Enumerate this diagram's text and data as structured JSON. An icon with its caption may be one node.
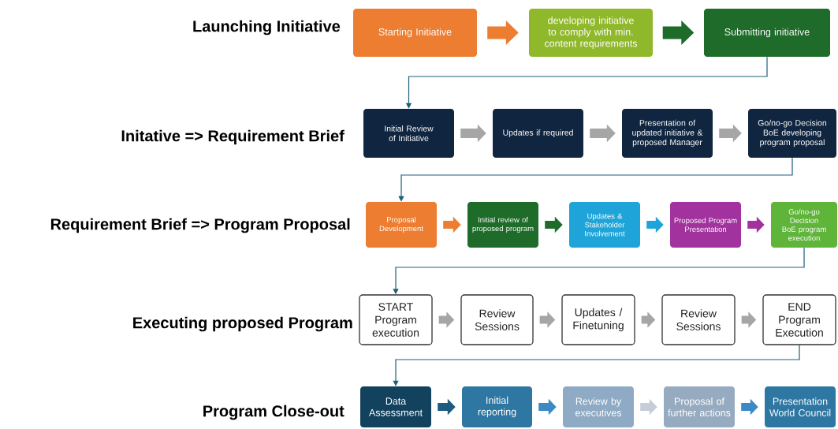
{
  "diagram": {
    "nodes": [
      {
        "text": [
          "Starting Initiative"
        ]
      },
      {
        "text": [
          "developing initiative to comply with min. content requirements"
        ]
      },
      {
        "text": [
          "Submitting initiative"
        ]
      },
      {
        "text": [
          "Initial Review of Initiative"
        ]
      },
      {
        "text": [
          "Updates if required"
        ]
      },
      {
        "text": [
          "Presentation of updated initiative & proposed Manager"
        ]
      },
      {
        "text": [
          "Go/no-go Decision BoE developing program proposal"
        ]
      },
      {
        "text": [
          "Proposal Development"
        ]
      },
      {
        "text": [
          "Initial review of proposed program"
        ]
      },
      {
        "text": [
          "Updates & Stakeholder Involvement"
        ]
      },
      {
        "text": [
          "Proposed Program Presentation"
        ]
      },
      {
        "text": [
          "Go/no-go Decision BoE program execution"
        ]
      },
      {
        "text": [
          "START Program execution"
        ]
      },
      {
        "text": [
          "Review Sessions"
        ]
      },
      {
        "text": [
          "Updates / Finetuning"
        ]
      },
      {
        "text": [
          "Review Sessions"
        ]
      },
      {
        "text": [
          "END Program Execution"
        ]
      },
      {
        "text": [
          "Data Assessment"
        ]
      },
      {
        "text": [
          "Initial reporting"
        ]
      },
      {
        "text": [
          "Review by executives"
        ]
      },
      {
        "text": [
          "Proposal of further actions"
        ]
      },
      {
        "text": [
          "Presentation World Council"
        ]
      }
    ],
    "edges": [
      {
        "from": 0,
        "to": 1,
        "arrow": "to",
        "color": "#ed7d31"
      },
      {
        "from": 1,
        "to": 2,
        "arrow": "to",
        "color": "#1e6b2a"
      },
      {
        "from": 2,
        "to": 3,
        "arrow": "to",
        "color": "#1f5f7a"
      },
      {
        "from": 3,
        "to": 4,
        "arrow": "to",
        "color": "#a6a6a6"
      },
      {
        "from": 4,
        "to": 5,
        "arrow": "to",
        "color": "#a6a6a6"
      },
      {
        "from": 5,
        "to": 6,
        "arrow": "to",
        "color": "#a6a6a6"
      },
      {
        "from": 6,
        "to": 7,
        "arrow": "to",
        "color": "#1f5f7a"
      },
      {
        "from": 7,
        "to": 8,
        "arrow": "to",
        "color": "#ed7d31"
      },
      {
        "from": 8,
        "to": 9,
        "arrow": "to",
        "color": "#1e6b2a"
      },
      {
        "from": 9,
        "to": 10,
        "arrow": "to",
        "color": "#1ea4d8"
      },
      {
        "from": 10,
        "to": 11,
        "arrow": "to",
        "color": "#a2329e"
      },
      {
        "from": 11,
        "to": 12,
        "arrow": "to",
        "color": "#1f5f7a"
      },
      {
        "from": 12,
        "to": 13,
        "arrow": "to",
        "color": "#a6a6a6"
      },
      {
        "from": 13,
        "to": 14,
        "arrow": "to",
        "color": "#a6a6a6"
      },
      {
        "from": 14,
        "to": 15,
        "arrow": "to",
        "color": "#a6a6a6"
      },
      {
        "from": 15,
        "to": 16,
        "arrow": "to",
        "color": "#a6a6a6"
      },
      {
        "from": 16,
        "to": 17,
        "arrow": "to",
        "color": "#1f5f7a"
      },
      {
        "from": 17,
        "to": 18,
        "arrow": "to",
        "color": "#1d5c7e"
      },
      {
        "from": 18,
        "to": 19,
        "arrow": "to",
        "color": "#3b8ac4"
      },
      {
        "from": 19,
        "to": 20,
        "arrow": "to",
        "color": "#c5ced8"
      },
      {
        "from": 20,
        "to": 21,
        "arrow": "to",
        "color": "#3b8ac4"
      }
    ],
    "labels": [
      "Launching Initiative",
      "Initative => Requirement Brief",
      "Requirement Brief => Program Proposal",
      "Executing proposed Program",
      "Program Close-out"
    ]
  }
}
